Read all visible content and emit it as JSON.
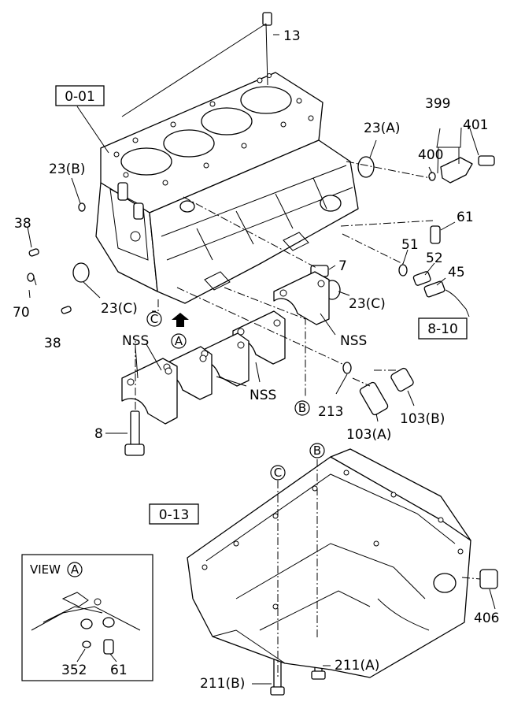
{
  "reference_boxes": {
    "block": "0-01",
    "oil_pan": "0-13",
    "sensor": "8-10"
  },
  "view_label": "VIEW",
  "circle_letters": {
    "a": "A",
    "b": "B",
    "c": "C"
  },
  "callouts": {
    "p13": "13",
    "p23a": "23(A)",
    "p23b": "23(B)",
    "p23c_left": "23(C)",
    "p23c_right": "23(C)",
    "p38_top": "38",
    "p38_bottom": "38",
    "p70": "70",
    "p7": "7",
    "p399": "399",
    "p400": "400",
    "p401": "401",
    "p61": "61",
    "p51": "51",
    "p52": "52",
    "p45": "45",
    "nss_right": "NSS",
    "nss_left": "NSS",
    "nss_middle": "NSS",
    "p8": "8",
    "p213": "213",
    "p103a": "103(A)",
    "p103b": "103(B)",
    "p406": "406",
    "p211a": "211(A)",
    "p211b": "211(B)",
    "p352": "352",
    "p61_view": "61"
  }
}
